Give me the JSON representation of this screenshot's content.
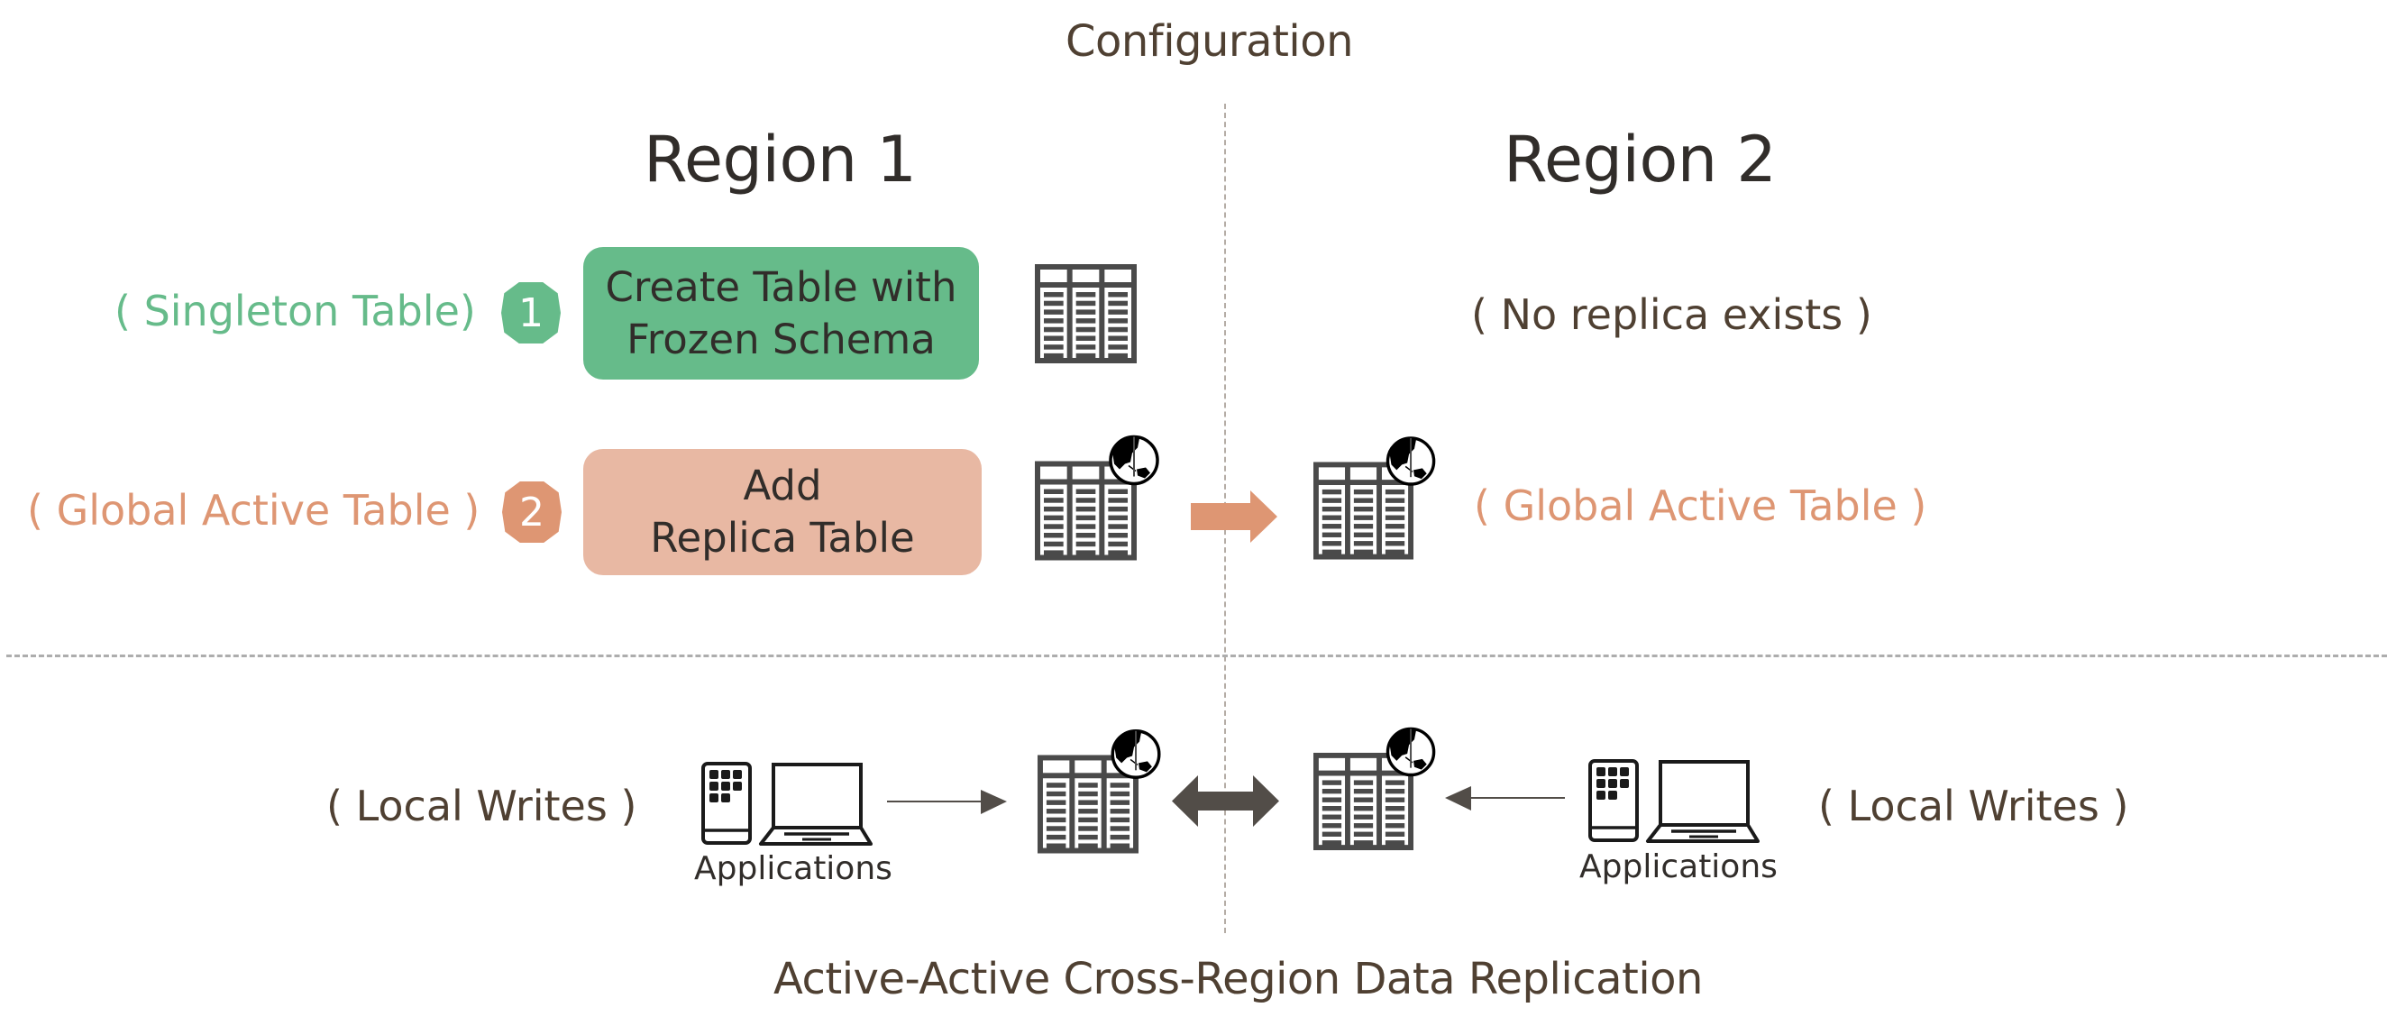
{
  "title": "Configuration",
  "footer_title": "Active-Active Cross-Region Data Replication",
  "colors": {
    "text_dark": "#312D2A",
    "text_brown": "#4F4032",
    "green": "#66BB8A",
    "green_box": "#66BB8A",
    "peach": "#DE9673",
    "peach_box": "#E8B8A3",
    "arrow_peach": "#DE9673",
    "arrow_dark": "#524D48",
    "icon_gray": "#4A4A4A",
    "divider": "#ADADAD"
  },
  "regions": [
    {
      "label": "Region 1"
    },
    {
      "label": "Region 2"
    }
  ],
  "steps": [
    {
      "number": "1",
      "annotation": "( Singleton Table)",
      "action_lines": [
        "Create Table with",
        "Frozen Schema"
      ],
      "region1_icon": "table-icon",
      "region2_note": "( No replica exists )"
    },
    {
      "number": "2",
      "annotation": "( Global Active Table )",
      "action_lines": [
        "Add",
        "Replica Table"
      ],
      "region1_icon": "global-table-icon",
      "transfer_icon": "arrow-right-icon",
      "region2_icon": "global-table-icon",
      "region2_note": "( Global Active Table )"
    }
  ],
  "replication": {
    "left": {
      "note": "( Local Writes )",
      "apps_label": "Applications",
      "apps_icon": "mobile-laptop-icon"
    },
    "right": {
      "note": "( Local Writes )",
      "apps_label": "Applications",
      "apps_icon": "mobile-laptop-icon"
    },
    "link_icon": "double-arrow-icon"
  }
}
